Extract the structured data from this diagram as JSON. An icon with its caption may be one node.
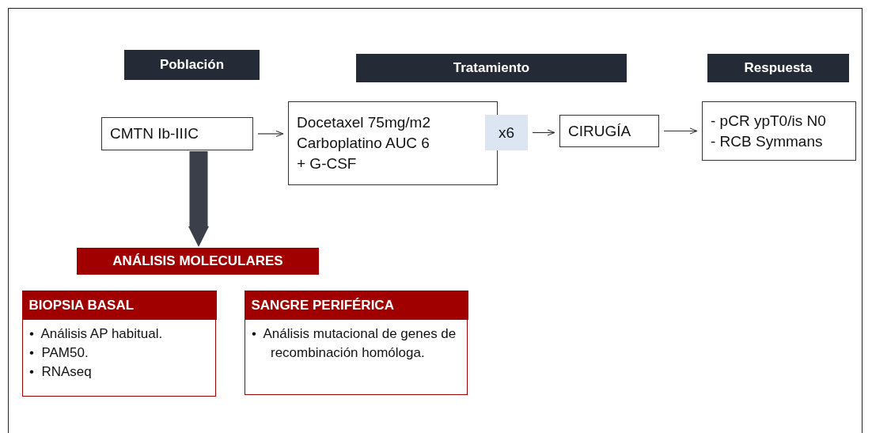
{
  "diagram": {
    "nodes": [
      {
        "text": [
          "Población"
        ]
      },
      {
        "text": [
          "Tratamiento"
        ]
      },
      {
        "text": [
          "Respuesta"
        ]
      },
      {
        "text": [
          "CMTN Ib-IIIC"
        ]
      },
      {
        "text": [
          "Docetaxel 75mg/m2",
          "Carboplatino AUC 6",
          "+ G-CSF"
        ]
      },
      {
        "text": [
          "x6"
        ]
      },
      {
        "text": [
          "CIRUGÍA"
        ]
      },
      {
        "text": [
          "- pCR ypT0/is N0",
          "- RCB Symmans"
        ]
      },
      {
        "text": [
          "ANÁLISIS MOLECULARES"
        ]
      },
      {
        "text": [
          "BIOPSIA BASAL",
          "•  Análisis AP habitual.",
          "•  PAM50.",
          "•  RNAseq"
        ]
      },
      {
        "text": [
          "SANGRE PERIFÉRICA",
          "•  Análisis mutacional de genes de recombinación homóloga."
        ]
      }
    ],
    "edges": [
      {
        "from": 3,
        "to": 4,
        "arrow": "to"
      },
      {
        "from": 5,
        "to": 6,
        "arrow": "to"
      },
      {
        "from": 6,
        "to": 7,
        "arrow": "to"
      },
      {
        "from": 3,
        "to": 8,
        "arrow": "to",
        "style": "thick",
        "color": "#3a3f4a"
      }
    ]
  }
}
